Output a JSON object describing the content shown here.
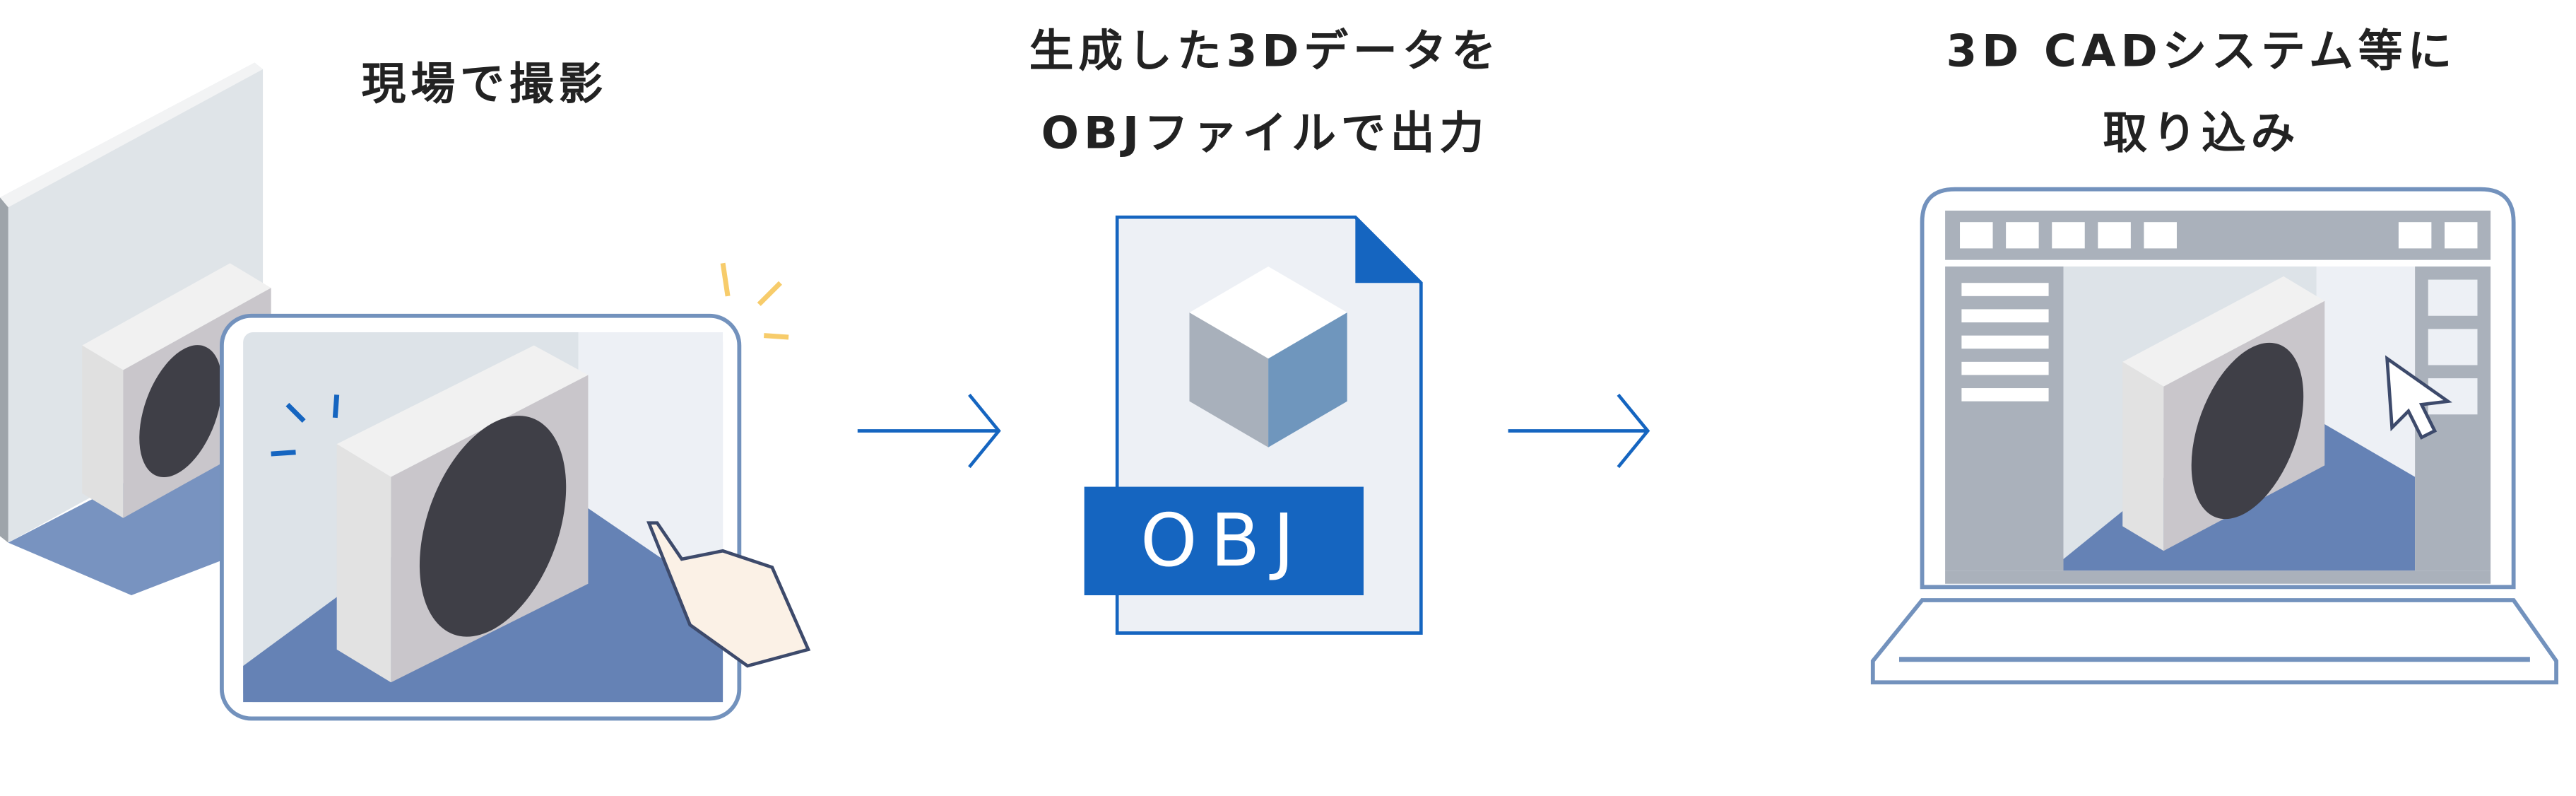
{
  "steps": [
    {
      "title_lines": [
        "現場で撮影"
      ]
    },
    {
      "title_lines": [
        "生成した3Dデータを",
        "OBJファイルで出力"
      ]
    },
    {
      "title_lines": [
        "3D CADシステム等に",
        "取り込み"
      ]
    }
  ],
  "file": {
    "label": "OBJ"
  },
  "colors": {
    "accent": "#1565c0",
    "outline": "#6f8fb8",
    "floor": "#6582b5",
    "panel": "#aab1bb",
    "wall": "#dfe4e8"
  }
}
